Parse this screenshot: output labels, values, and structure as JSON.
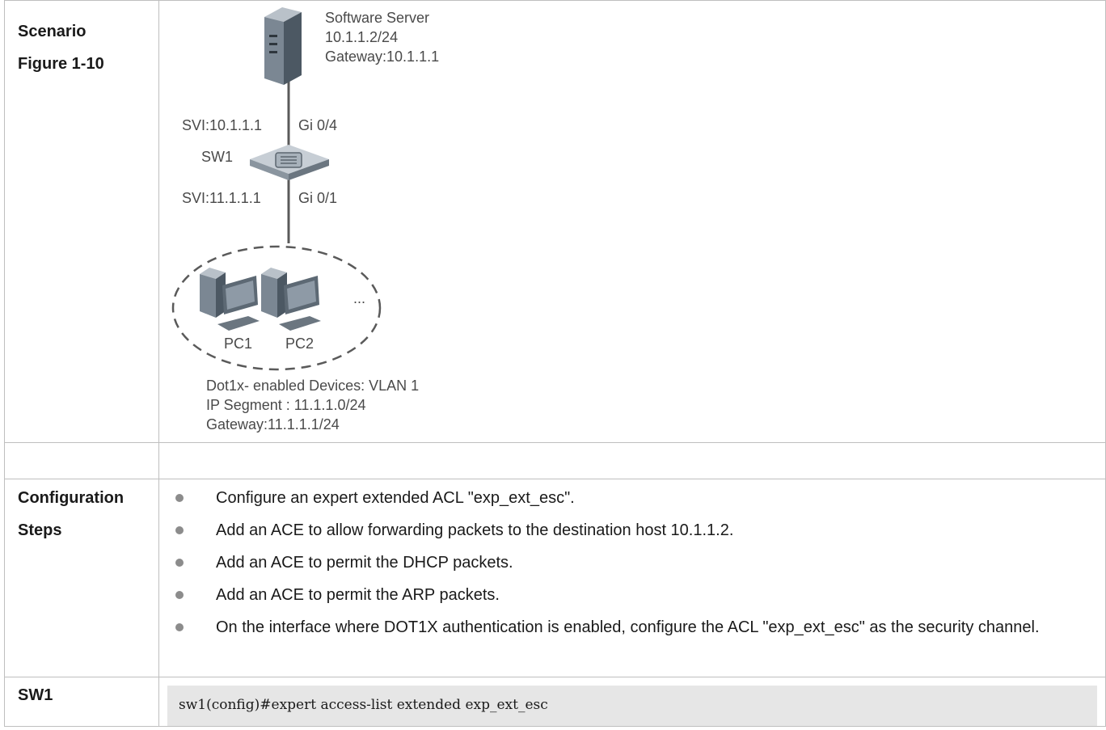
{
  "scenario": {
    "label_line1": "Scenario",
    "label_line2": "Figure 1-10",
    "diagram": {
      "server_name": "Software Server",
      "server_ip": "10.1.1.2/24",
      "server_gateway": "Gateway:10.1.1.1",
      "svi_top": "SVI:10.1.1.1",
      "port_top": "Gi 0/4",
      "switch_name": "SW1",
      "svi_bottom": "SVI:11.1.1.1",
      "port_bottom": "Gi 0/1",
      "pc1": "PC1",
      "pc2": "PC2",
      "ellipsis": "...",
      "devices_line1": "Dot1x- enabled Devices: VLAN 1",
      "devices_line2": "IP Segment : 11.1.1.0/24",
      "devices_line3": "Gateway:11.1.1.1/24"
    }
  },
  "configuration": {
    "label_line1": "Configuration",
    "label_line2": "Steps",
    "steps": [
      "Configure an expert extended ACL \"exp_ext_esc\".",
      "Add an ACE to allow forwarding packets to the destination host 10.1.1.2.",
      "Add an ACE to permit the DHCP packets.",
      "Add an ACE to permit the ARP packets.",
      "On the interface where DOT1X authentication is enabled, configure the ACL \"exp_ext_esc\" as the security channel."
    ]
  },
  "sw1": {
    "label": "SW1",
    "code_line": "sw1(config)#expert access-list extended exp_ext_esc"
  }
}
